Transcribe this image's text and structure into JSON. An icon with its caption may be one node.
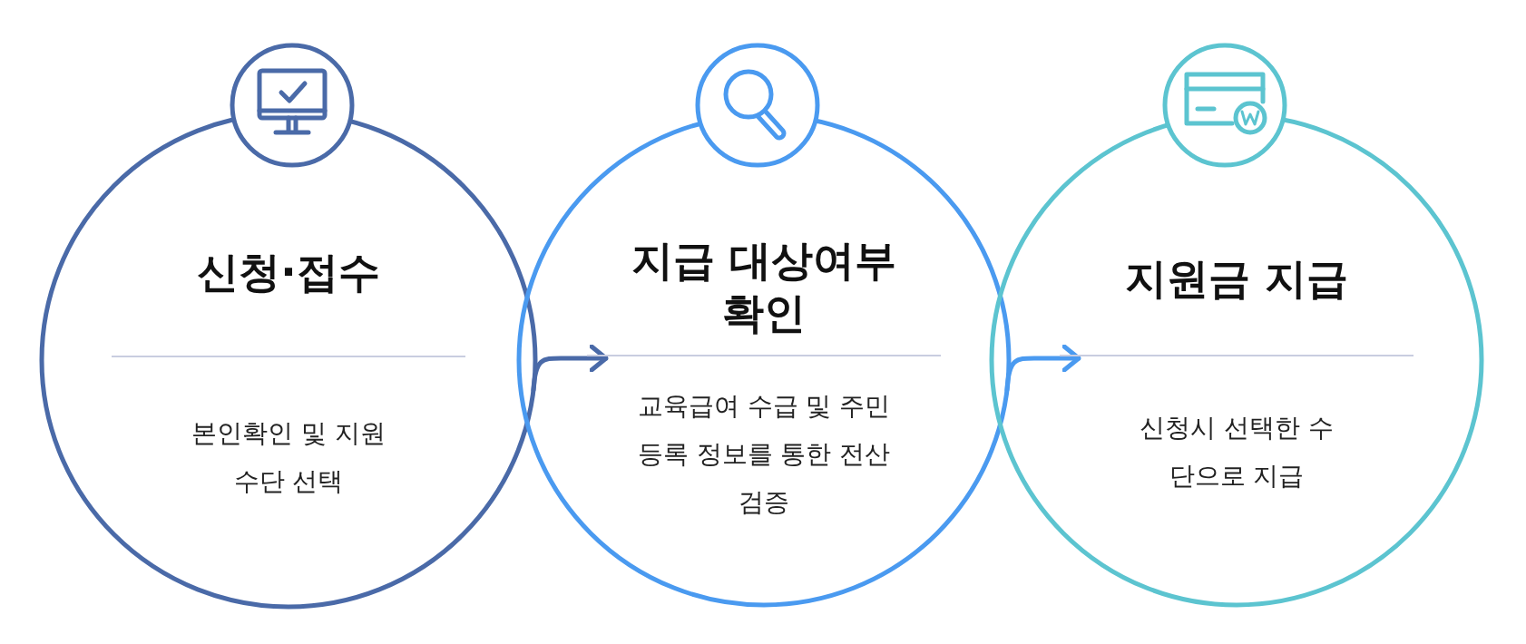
{
  "diagram": {
    "nodes": [
      {
        "text": [
          "신청·접수",
          "본인확인 및 지원수단 선택"
        ]
      },
      {
        "text": [
          "지급 대상여부 확인",
          "교육급여 수급 및 주민등록 정보를 통한 전산 검증"
        ]
      },
      {
        "text": [
          "지원금 지급",
          "신청시 선택한 수단으로 지급"
        ]
      }
    ],
    "edges": [
      {
        "from": 0,
        "to": 1,
        "arrow": "to",
        "color": "#4a6aa8"
      },
      {
        "from": 1,
        "to": 2,
        "arrow": "to",
        "color": "#4a9af0"
      }
    ]
  }
}
